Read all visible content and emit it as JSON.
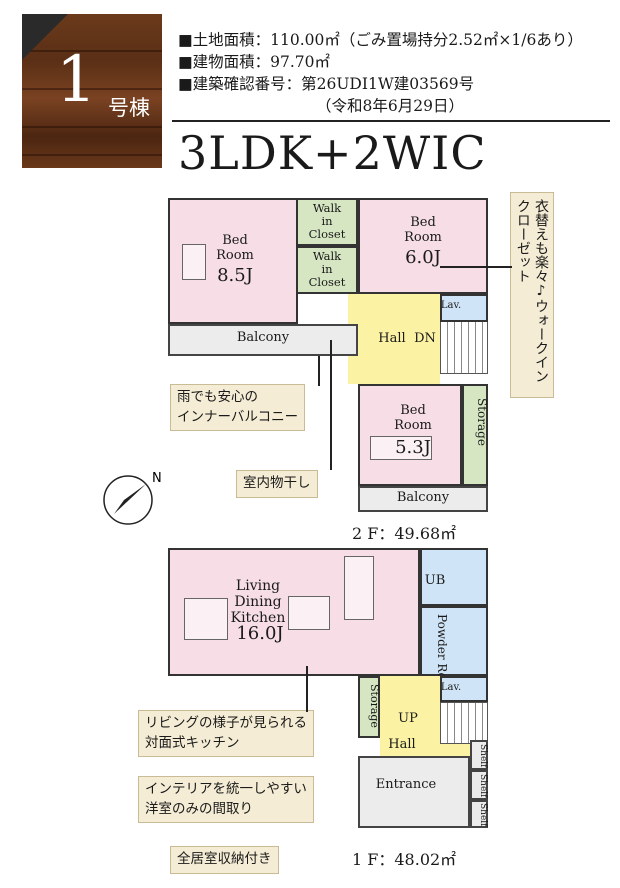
{
  "badge": {
    "number": "1",
    "unit": "号棟"
  },
  "info": {
    "land_area": "■土地面積：110.00㎡（ごみ置場持分2.52㎡×1/6あり）",
    "building_area": "■建物面積：97.70㎡",
    "permit_number": "■建築確認番号：第26UDI1W建03569号",
    "permit_date": "（令和8年6月29日）"
  },
  "layout_title": "3LDK+2WIC",
  "floor2": {
    "caption": "2 F：49.68㎡",
    "rooms": {
      "bed1_name": "Bed\nRoom",
      "bed1_size": "8.5J",
      "bed2_name": "Bed\nRoom",
      "bed2_size": "6.0J",
      "bed3_name": "Bed\nRoom",
      "bed3_size": "5.3J",
      "wic1": "Walk\nin\nCloset",
      "wic2": "Walk\nin\nCloset",
      "hall": "Hall",
      "dn": "DN",
      "lav": "Lav.",
      "storage": "Storage",
      "balcony1": "Balcony",
      "balcony2": "Balcony"
    }
  },
  "floor1": {
    "caption": "1 F：48.02㎡",
    "rooms": {
      "ldk_name": "Living\nDining\nKitchen",
      "ldk_size": "16.0J",
      "ub": "UB",
      "powder": "Powder Room",
      "lav": "Lav.",
      "storage": "Storage",
      "up": "UP",
      "hall": "Hall",
      "entrance": "Entrance",
      "shelf": "Shelf"
    }
  },
  "callouts": {
    "wardrobe": "衣替えも楽々♪ウォークインクローゼット",
    "inner_balcony": "雨でも安心の\nインナーバルコニー",
    "indoor_drying": "室内物干し",
    "kitchen": "リビングの様子が見られる\n対面式キッチン",
    "interior": "インテリアを統一しやすい\n洋室のみの間取り",
    "storage_all": "全居室収納付き"
  },
  "compass": {
    "label": "N"
  },
  "colors": {
    "room": "#f6dde6",
    "hall": "#fbf3a3",
    "closet": "#d6e6c2",
    "wet": "#cfe4f6",
    "badge": "#6b3a1c"
  }
}
